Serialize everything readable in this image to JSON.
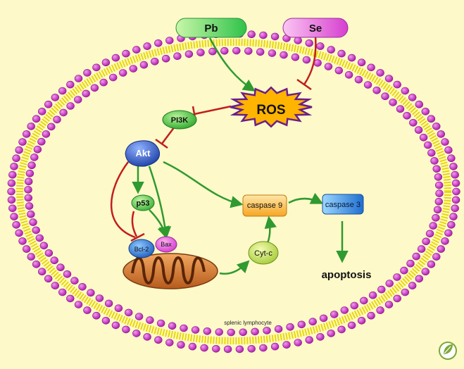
{
  "inputs": {
    "pb": "Pb",
    "se": "Se"
  },
  "nodes": {
    "ros": "ROS",
    "pi3k": "PI3K",
    "akt": "Akt",
    "p53": "p53",
    "bcl2": "Bcl-2",
    "bax": "Bax",
    "caspase9": "caspase 9",
    "caspase3": "caspase 3",
    "cytc": "Cyt-c",
    "apoptosis": "apoptosis"
  },
  "cell_label": "splenic lymphocyte",
  "colors": {
    "background": "#fdf9c9",
    "membrane_head": "#cc33cc",
    "membrane_tail": "#e8d800",
    "activation_arrow": "#2f9a2f",
    "inhibition": "#c21e1e",
    "ros_fill": "#ffb400",
    "ros_border": "#6a1e8a",
    "pb_fill": "#7ee07e",
    "se_fill": "#ee66dd",
    "akt_fill": "#2f5fd0",
    "caspase9_fill": "#ffd27a",
    "caspase3_fill": "#3aa0e8"
  },
  "logo_icon": "leaf-badge-icon"
}
